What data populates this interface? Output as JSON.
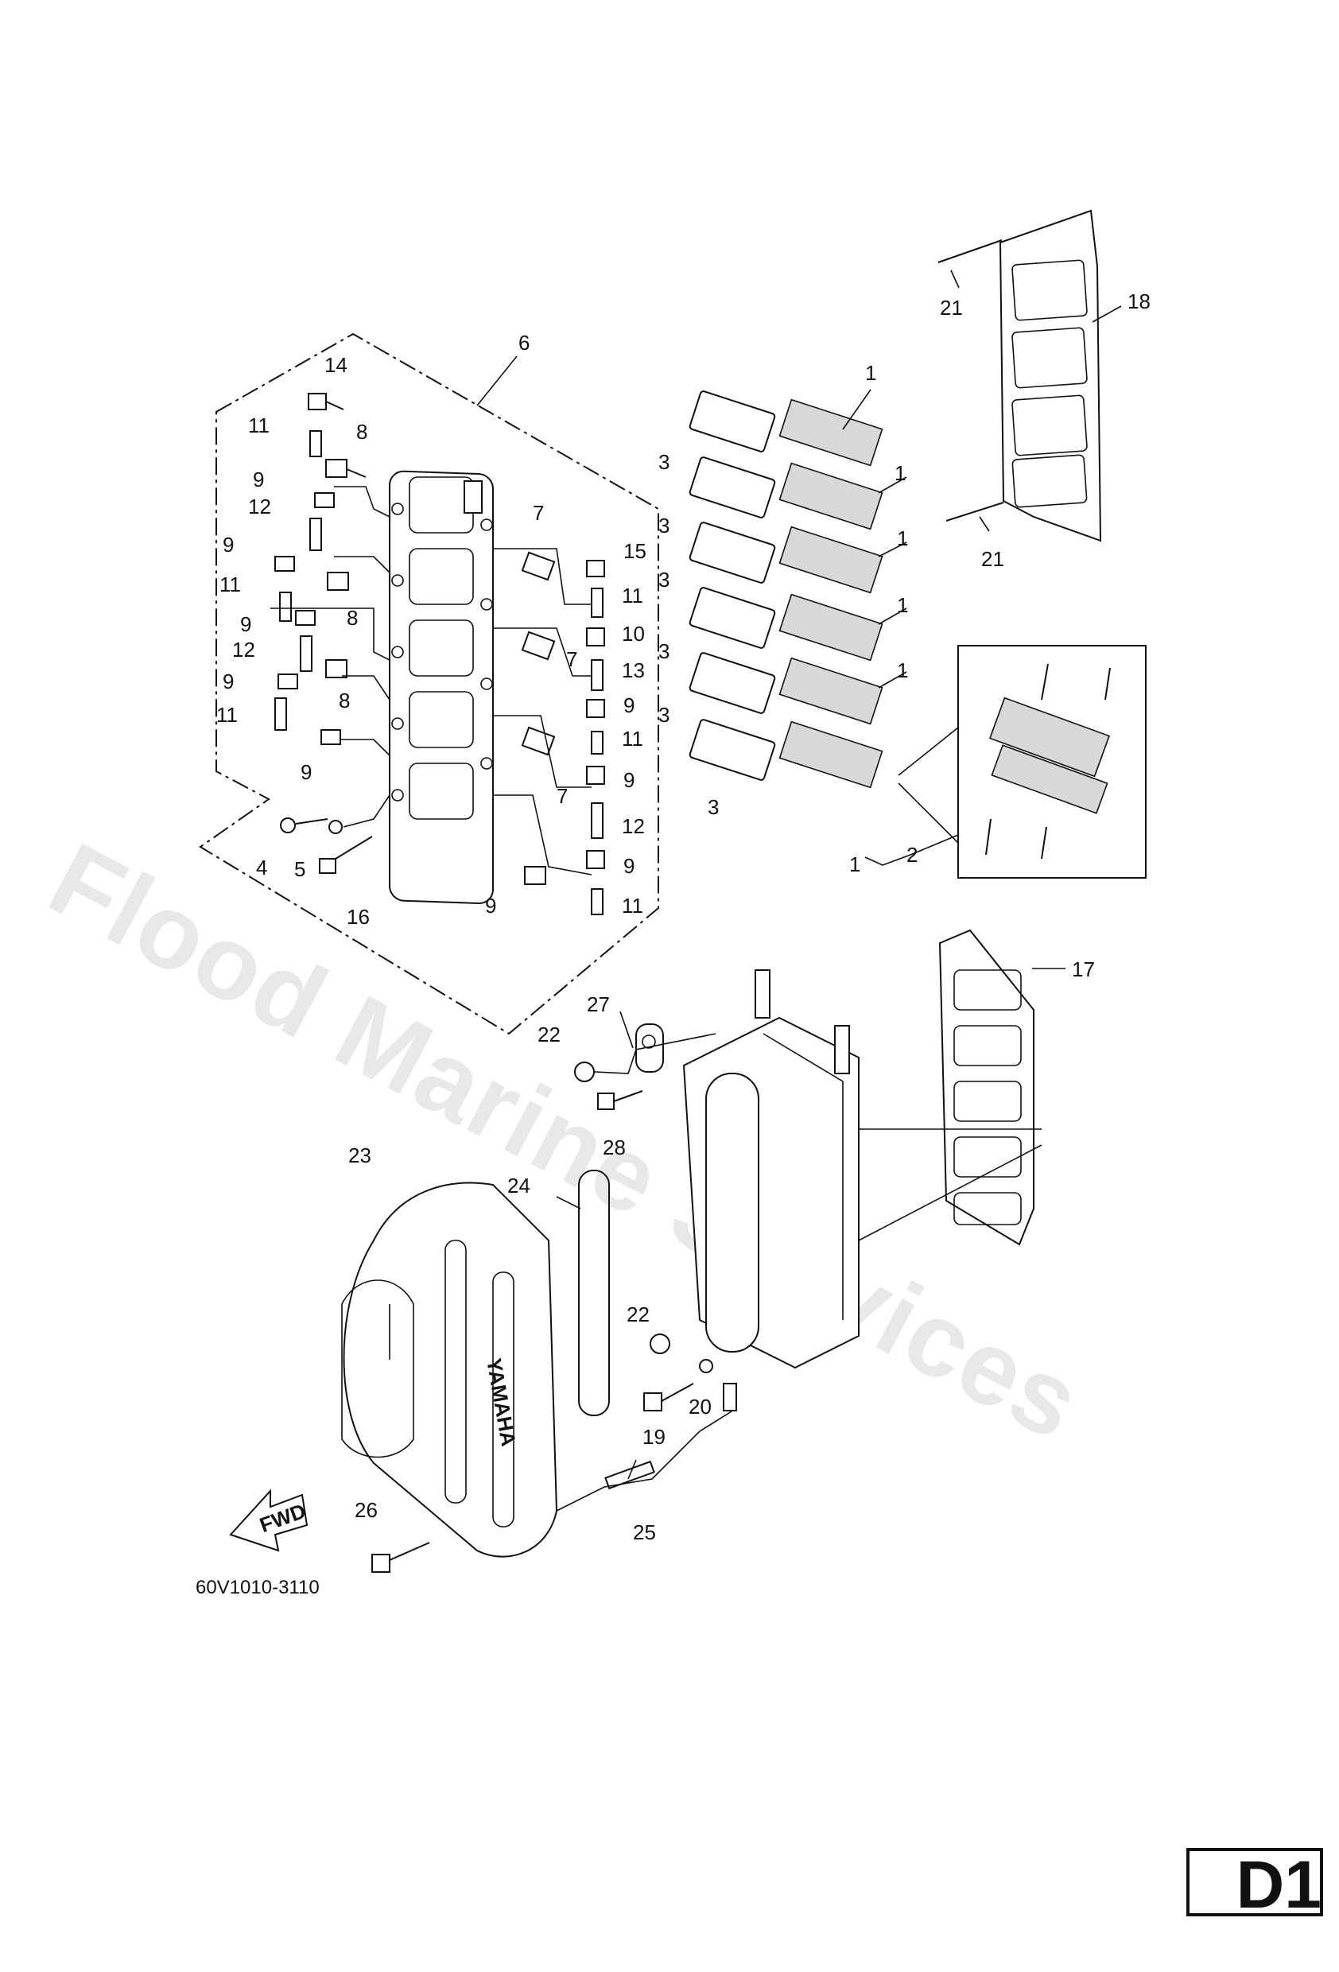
{
  "watermark": "Flood Marine Services",
  "figure_number": "60V1010-3110",
  "page_code": "D1",
  "fwd_arrow_label": "FWD",
  "brand_embossed": "YAMAHA",
  "callouts": {
    "c1": "1",
    "c2": "2",
    "c3": "3",
    "c4": "4",
    "c5": "5",
    "c6": "6",
    "c7": "7",
    "c8": "8",
    "c9": "9",
    "c10": "10",
    "c11": "11",
    "c12": "12",
    "c13": "13",
    "c14": "14",
    "c15": "15",
    "c16": "16",
    "c17": "17",
    "c18": "18",
    "c19": "19",
    "c20": "20",
    "c21": "21",
    "c22": "22",
    "c23": "23",
    "c24": "24",
    "c25": "25",
    "c26": "26",
    "c27": "27",
    "c28": "28"
  }
}
